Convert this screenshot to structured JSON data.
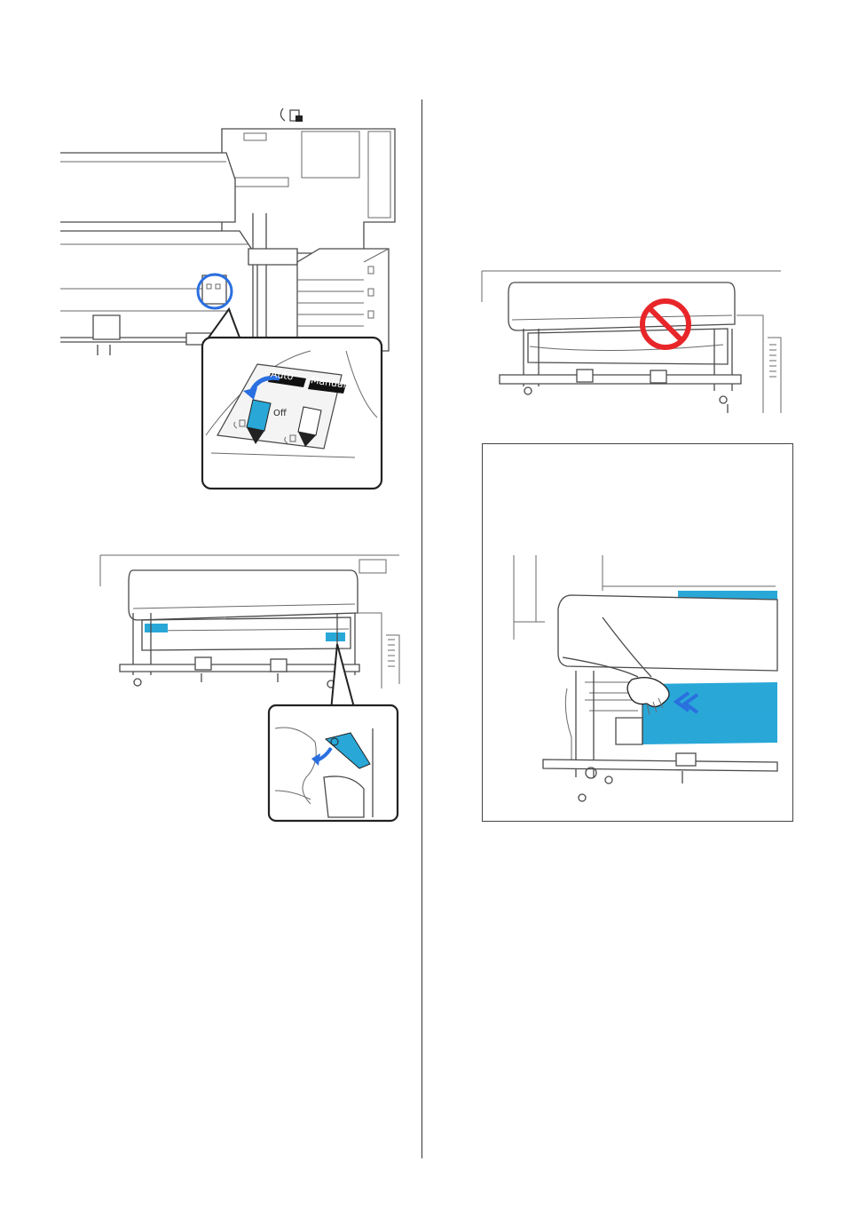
{
  "column_divider": true,
  "figure1": {
    "header_icon": "auto-take-up-lock-icon",
    "callout": {
      "switch_label_auto": "Auto",
      "switch_label_manual": "Manual",
      "switch_label_off": "Off",
      "arrow_color": "#2a6fe0",
      "switch_color": "#29a8d8"
    },
    "highlight_ring_color": "#2a6fe0"
  },
  "figure2": {
    "lever_color": "#29a8d8",
    "arrow_color": "#2a6fe0"
  },
  "figure3": {
    "prohibition_color": "#e8262a",
    "prohibition_icon": "prohibited-icon"
  },
  "figure4": {
    "media_color": "#29a8d8",
    "arrow_color": "#2a6fe0",
    "hand_icon": "hand-icon"
  }
}
